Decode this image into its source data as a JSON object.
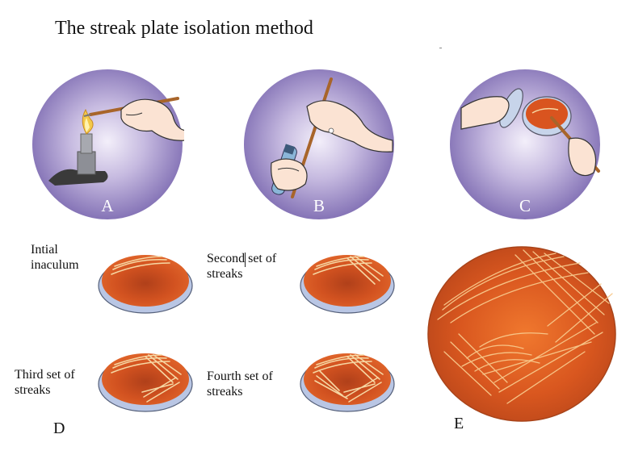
{
  "title": "The streak plate isolation method",
  "panels": {
    "a": {
      "label": "A"
    },
    "b": {
      "label": "B"
    },
    "c": {
      "label": "C"
    },
    "d": {
      "label": "D"
    },
    "e": {
      "label": "E"
    }
  },
  "dish_labels": {
    "initial": [
      "Intial",
      "inaculum"
    ],
    "second": [
      "Second set of",
      "streaks"
    ],
    "third": [
      "Third set of",
      "streaks"
    ],
    "fourth": [
      "Fourth set of",
      "streaks"
    ]
  },
  "colors": {
    "circle_outer": "#8c7bbd",
    "circle_inner": "#efeaf7",
    "agar": "#d9541f",
    "agar_center": "#b8451a",
    "dish_rim": "#b9c6e4",
    "streak": "#f6d7a3"
  }
}
